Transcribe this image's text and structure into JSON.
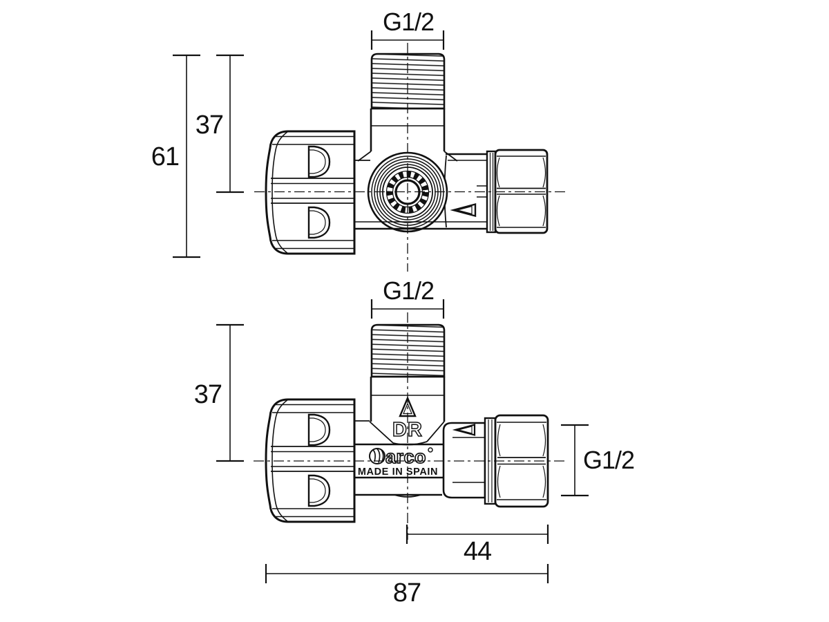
{
  "meta": {
    "type": "technical-dimension-drawing",
    "background": "#ffffff",
    "ink": "#111111",
    "views": "two orthographic views of an angle valve"
  },
  "labels": {
    "top_view": {
      "thread_size": "G1/2",
      "height_total": "61",
      "height_to_axis": "37"
    },
    "front_view": {
      "thread_size": "G1/2",
      "height_to_axis": "37",
      "nut_thread_size": "G1/2",
      "length_axis_to_nut_end": "44",
      "length_total": "87",
      "drain_marking": "DR",
      "brand": "arco",
      "made_in": "MADE IN SPAIN"
    }
  }
}
